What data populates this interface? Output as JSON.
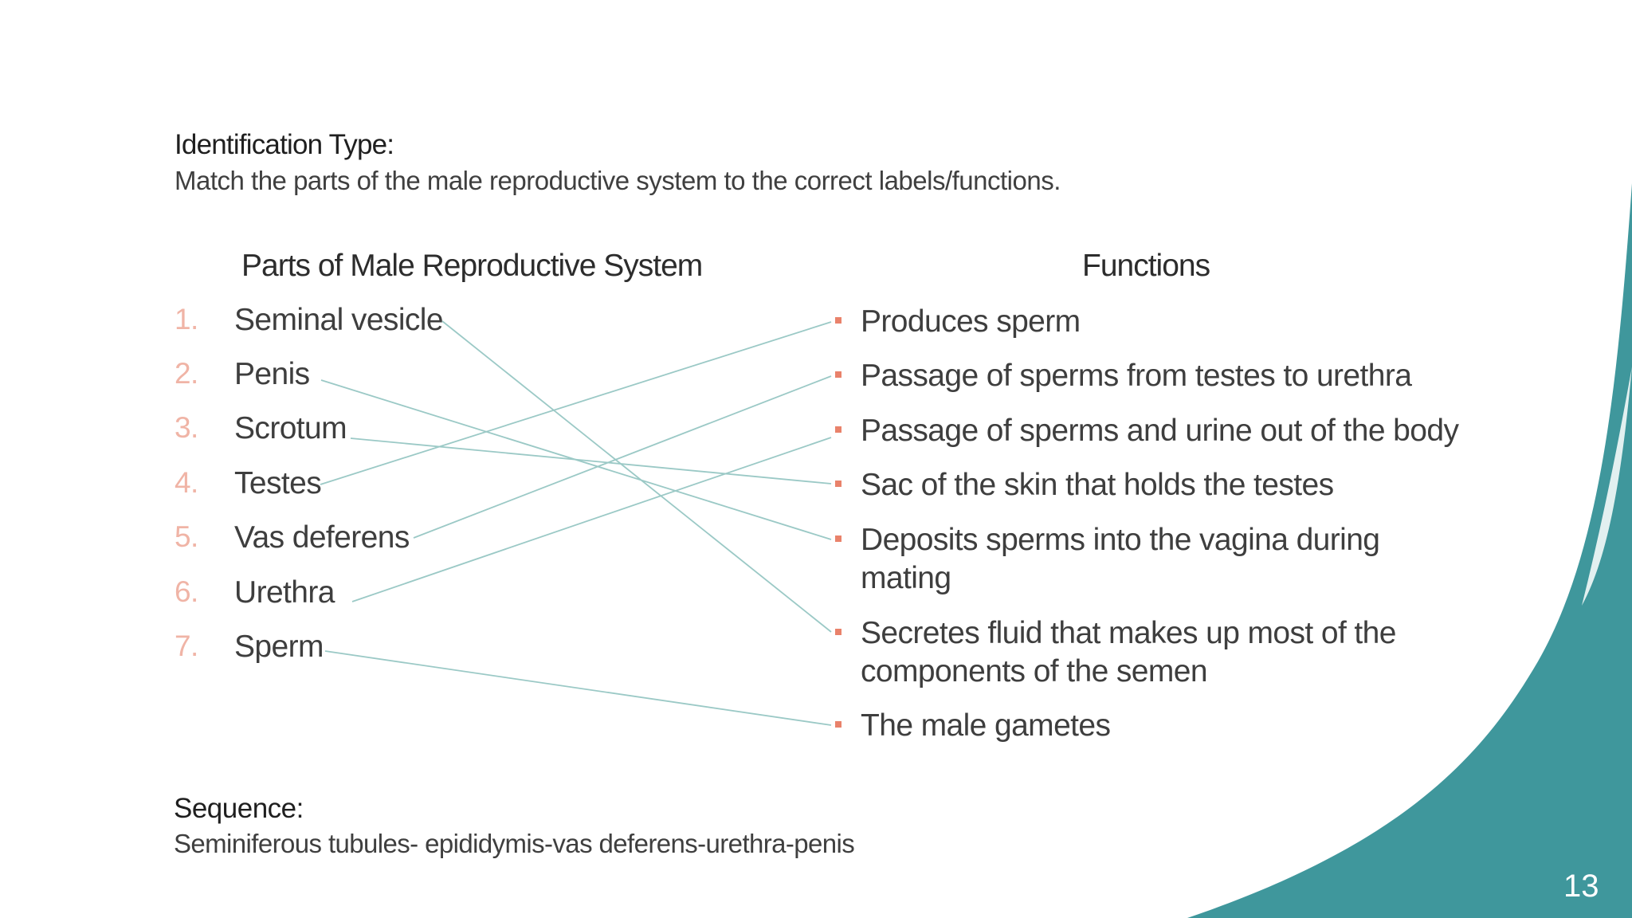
{
  "heading": {
    "title": "Identification Type:",
    "instructions": "Match the parts of the male reproductive system to the correct labels/functions."
  },
  "columns": {
    "parts_heading": "Parts of Male Reproductive System",
    "functions_heading": "Functions"
  },
  "parts": [
    {
      "num": "1.",
      "label": "Seminal vesicle"
    },
    {
      "num": "2.",
      "label": "Penis"
    },
    {
      "num": "3.",
      "label": "Scrotum"
    },
    {
      "num": "4.",
      "label": "Testes"
    },
    {
      "num": "5.",
      "label": "Vas deferens"
    },
    {
      "num": "6.",
      "label": "Urethra"
    },
    {
      "num": "7.",
      "label": "Sperm"
    }
  ],
  "functions": [
    {
      "text": "Produces sperm"
    },
    {
      "text": "Passage of sperms from testes to urethra"
    },
    {
      "text": "Passage of sperms and urine out of the body"
    },
    {
      "text": "Sac of the skin that holds the testes"
    },
    {
      "text": "Deposits sperms into the vagina during mating"
    },
    {
      "text": "Secretes fluid that makes up most of the components of the semen"
    },
    {
      "text": "The male gametes"
    }
  ],
  "matches": [
    {
      "part": "Seminal vesicle",
      "function": "Secretes fluid that makes up most of the components of the semen"
    },
    {
      "part": "Penis",
      "function": "Deposits sperms into the vagina during mating"
    },
    {
      "part": "Scrotum",
      "function": "Sac of the skin that holds the testes"
    },
    {
      "part": "Testes",
      "function": "Produces sperm"
    },
    {
      "part": "Vas deferens",
      "function": "Passage of sperms from testes to urethra"
    },
    {
      "part": "Urethra",
      "function": "Passage of sperms and urine out of the body"
    },
    {
      "part": "Sperm",
      "function": "The male gametes"
    }
  ],
  "sequence": {
    "title": "Sequence:",
    "text": "Seminiferous tubules- epididymis-vas deferens-urethra-penis"
  },
  "page_number": "13",
  "colors": {
    "accent_teal": "#3f979c",
    "connector_line": "#9bc9c6",
    "bullet": "#e9826b",
    "number_color": "#f0b4a6"
  }
}
